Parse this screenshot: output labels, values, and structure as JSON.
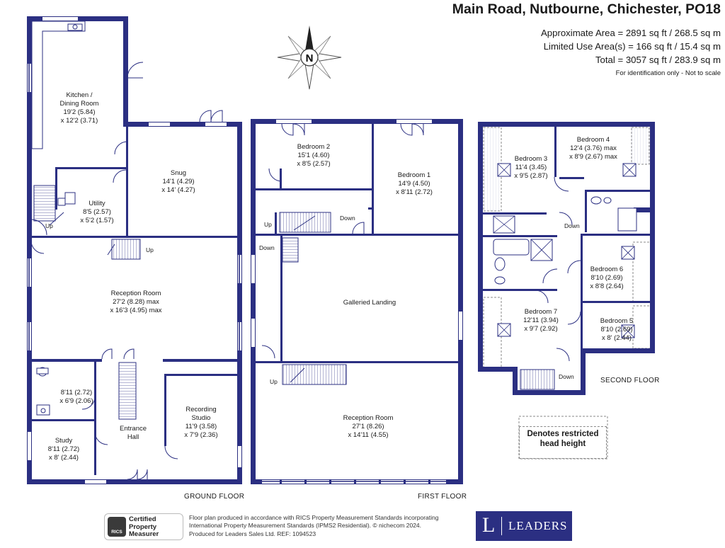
{
  "header": {
    "address": "Main Road, Nutbourne, Chichester, PO18",
    "area_lines": [
      "Approximate Area = 2891 sq ft / 268.5 sq m",
      "Limited Use Area(s) = 166 sq ft / 15.4 sq m",
      "Total = 3057 sq ft / 283.9 sq m"
    ],
    "disclaimer": "For identification only - Not to scale"
  },
  "compass": {
    "label": "N",
    "icon": "compass-rose-icon"
  },
  "floors": {
    "ground": "GROUND FLOOR",
    "first": "FIRST FLOOR",
    "second": "SECOND FLOOR"
  },
  "rooms": {
    "kitchen": {
      "name": [
        "Kitchen /",
        "Dining Room"
      ],
      "dims": [
        "19'2 (5.84)",
        "x 12'2 (3.71)"
      ]
    },
    "utility": {
      "name": [
        "Utility"
      ],
      "dims": [
        "8'5 (2.57)",
        "x 5'2 (1.57)"
      ]
    },
    "snug": {
      "name": [
        "Snug"
      ],
      "dims": [
        "14'1 (4.29)",
        "x 14' (4.27)"
      ]
    },
    "reception_ground": {
      "name": [
        "Reception Room"
      ],
      "dims": [
        "27'2 (8.28) max",
        "x 16'3 (4.95) max"
      ]
    },
    "cloak": {
      "name": [],
      "dims": [
        "8'11 (2.72)",
        "x 6'9 (2.06)"
      ]
    },
    "study": {
      "name": [
        "Study"
      ],
      "dims": [
        "8'11 (2.72)",
        "x 8' (2.44)"
      ]
    },
    "entrance": {
      "name": [
        "Entrance",
        "Hall"
      ],
      "dims": []
    },
    "studio": {
      "name": [
        "Recording",
        "Studio"
      ],
      "dims": [
        "11'9 (3.58)",
        "x 7'9 (2.36)"
      ]
    },
    "bedroom2": {
      "name": [
        "Bedroom 2"
      ],
      "dims": [
        "15'1 (4.60)",
        "x 8'5 (2.57)"
      ]
    },
    "bedroom1": {
      "name": [
        "Bedroom 1"
      ],
      "dims": [
        "14'9 (4.50)",
        "x 8'11 (2.72)"
      ]
    },
    "landing": {
      "name": [
        "Galleried Landing"
      ],
      "dims": []
    },
    "reception_first": {
      "name": [
        "Reception Room"
      ],
      "dims": [
        "27'1 (8.26)",
        "x 14'11 (4.55)"
      ]
    },
    "bedroom3": {
      "name": [
        "Bedroom 3"
      ],
      "dims": [
        "11'4 (3.45)",
        "x 9'5 (2.87)"
      ]
    },
    "bedroom4": {
      "name": [
        "Bedroom 4"
      ],
      "dims": [
        "12'4 (3.76) max",
        "x 8'9 (2.67) max"
      ]
    },
    "bedroom6": {
      "name": [
        "Bedroom 6"
      ],
      "dims": [
        "8'10 (2.69)",
        "x 8'8 (2.64)"
      ]
    },
    "bedroom7": {
      "name": [
        "Bedroom 7"
      ],
      "dims": [
        "12'11 (3.94)",
        "x 9'7 (2.92)"
      ]
    },
    "bedroom5": {
      "name": [
        "Bedroom 5"
      ],
      "dims": [
        "8'10 (2.69)",
        "x 8' (2.44)"
      ]
    }
  },
  "stair_labels": {
    "up": "Up",
    "down": "Down"
  },
  "legend": [
    "Denotes restricted",
    "head height"
  ],
  "footer": {
    "rics_badge": "RICS",
    "rics_lines": [
      "Certified",
      "Property",
      "Measurer"
    ],
    "lines": [
      "Floor plan produced in accordance with RICS Property Measurement Standards incorporating",
      "International Property Measurement Standards (IPMS2 Residential).  © nichecom 2024.",
      "Produced for Leaders Sales Ltd.   REF:  1094523"
    ],
    "brand_letter": "L",
    "brand_name": "LEADERS"
  },
  "colors": {
    "wall": "#2b2f82",
    "brand": "#2b2f82",
    "text": "#1a1a1a"
  }
}
